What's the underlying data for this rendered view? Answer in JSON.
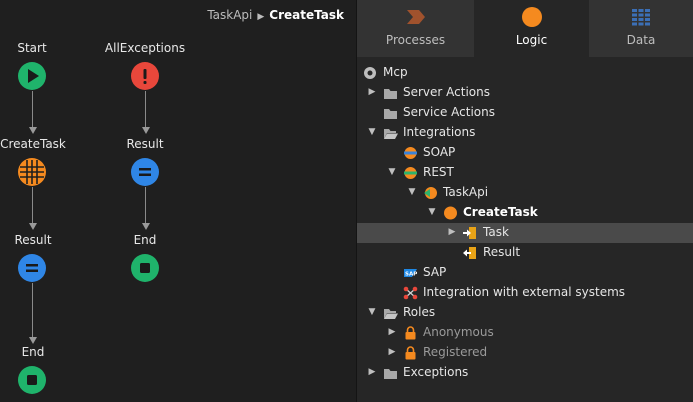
{
  "breadcrumb": {
    "parent": "TaskApi",
    "current": "CreateTask"
  },
  "flow": {
    "main": {
      "start": "Start",
      "action": "CreateTask",
      "result": "Result",
      "end": "End"
    },
    "exceptions": {
      "handler": "AllExceptions",
      "result": "Result",
      "end": "End"
    }
  },
  "tabs": [
    {
      "label": "Processes",
      "icon": "process-chevron-icon",
      "color": "#a0522d"
    },
    {
      "label": "Logic",
      "icon": "logic-circle-icon",
      "color": "#f58a1f",
      "active": true
    },
    {
      "label": "Data",
      "icon": "data-grid-icon",
      "color": "#3b6fb6"
    }
  ],
  "tree": [
    {
      "label": "Mcp",
      "icon": "module-icon"
    },
    {
      "label": "Server Actions",
      "icon": "folder-icon"
    },
    {
      "label": "Service Actions",
      "icon": "folder-icon"
    },
    {
      "label": "Integrations",
      "icon": "folder-open-icon"
    },
    {
      "label": "SOAP",
      "icon": "soap-icon"
    },
    {
      "label": "REST",
      "icon": "rest-icon"
    },
    {
      "label": "TaskApi",
      "icon": "rest-api-icon"
    },
    {
      "label": "CreateTask",
      "icon": "rest-method-icon"
    },
    {
      "label": "Task",
      "icon": "input-parameter-icon"
    },
    {
      "label": "Result",
      "icon": "output-parameter-icon"
    },
    {
      "label": "SAP",
      "icon": "sap-icon"
    },
    {
      "label": "Integration with external systems",
      "icon": "integration-icon"
    },
    {
      "label": "Roles",
      "icon": "folder-open-icon"
    },
    {
      "label": "Anonymous",
      "icon": "lock-icon"
    },
    {
      "label": "Registered",
      "icon": "lock-icon"
    },
    {
      "label": "Exceptions",
      "icon": "folder-icon"
    }
  ],
  "colors": {
    "start": "#1fb36b",
    "end": "#1fb36b",
    "action": "#f58a1f",
    "result": "#2f86e6",
    "exception": "#e8473b",
    "accent": "#f58a1f"
  }
}
